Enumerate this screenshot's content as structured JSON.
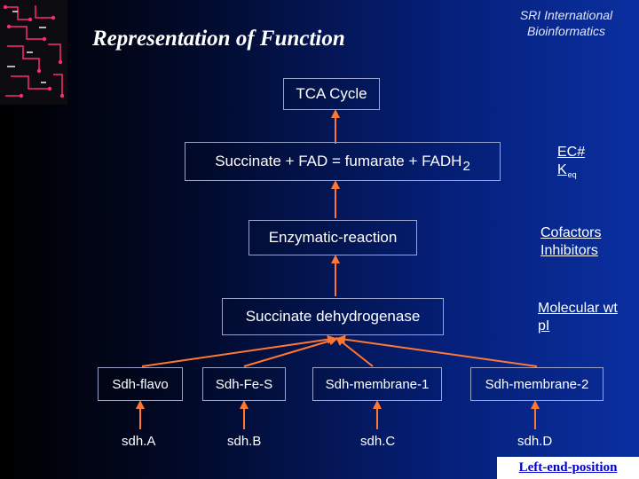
{
  "slide": {
    "title": "Representation of Function",
    "org_line1": "SRI International",
    "org_line2": "Bioinformatics"
  },
  "diagram": {
    "pathway": "TCA Cycle",
    "reaction_text": "Succinate + FAD = fumarate + FADH",
    "reaction_sub": "2",
    "enzymatic": "Enzymatic-reaction",
    "enzyme": "Succinate dehydrogenase",
    "subunits": [
      "Sdh-flavo",
      "Sdh-Fe-S",
      "Sdh-membrane-1",
      "Sdh-membrane-2"
    ],
    "genes": [
      "sdh.A",
      "sdh.B",
      "sdh.C",
      "sdh.D"
    ]
  },
  "attributes": {
    "reaction_1": "EC#",
    "reaction_2": "K",
    "reaction_2_sub": "eq",
    "enzymatic_1": "Cofactors",
    "enzymatic_2": "Inhibitors",
    "enzyme_1": "Molecular wt",
    "enzyme_2": "pI"
  },
  "footer": {
    "label": "Left-end-position"
  },
  "colors": {
    "arrow": "#ff7733",
    "box_border": "#9aa3c8",
    "link": "#0000cc"
  }
}
